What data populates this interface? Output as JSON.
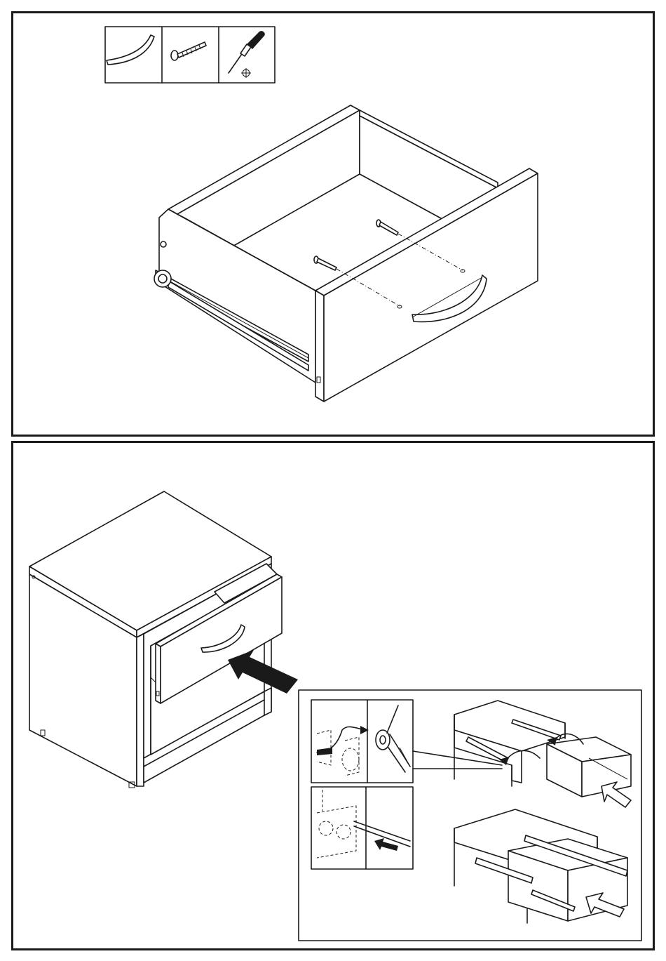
{
  "instruction_sheet": {
    "step_a": {
      "parts_legend": [
        {
          "icon": "handle-icon"
        },
        {
          "icon": "screw-icon"
        },
        {
          "icon": "phillips-screwdriver-icon"
        }
      ],
      "illustration": "drawer-handle-attachment"
    },
    "step_b": {
      "illustration": "nightstand-drawer-insertion",
      "detail_inset": {
        "views": [
          "roller-engage-detail",
          "rail-slide-detail",
          "drawer-tilt-insert",
          "drawer-push-in"
        ]
      }
    }
  },
  "colors": {
    "line": "#1a1a1a",
    "background": "#ffffff"
  }
}
